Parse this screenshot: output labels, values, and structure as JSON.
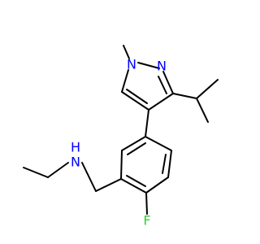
{
  "molecule": {
    "atoms": {
      "n_pyrazole_1": {
        "symbol": "N",
        "color": "#0000ff"
      },
      "n_pyrazole_2": {
        "symbol": "N",
        "color": "#0000ff"
      },
      "n_amine": {
        "symbol": "N",
        "color": "#0000ff"
      },
      "h_amine": {
        "symbol": "H",
        "color": "#0000ff"
      },
      "fluorine": {
        "symbol": "F",
        "color": "#33cc33"
      }
    }
  }
}
